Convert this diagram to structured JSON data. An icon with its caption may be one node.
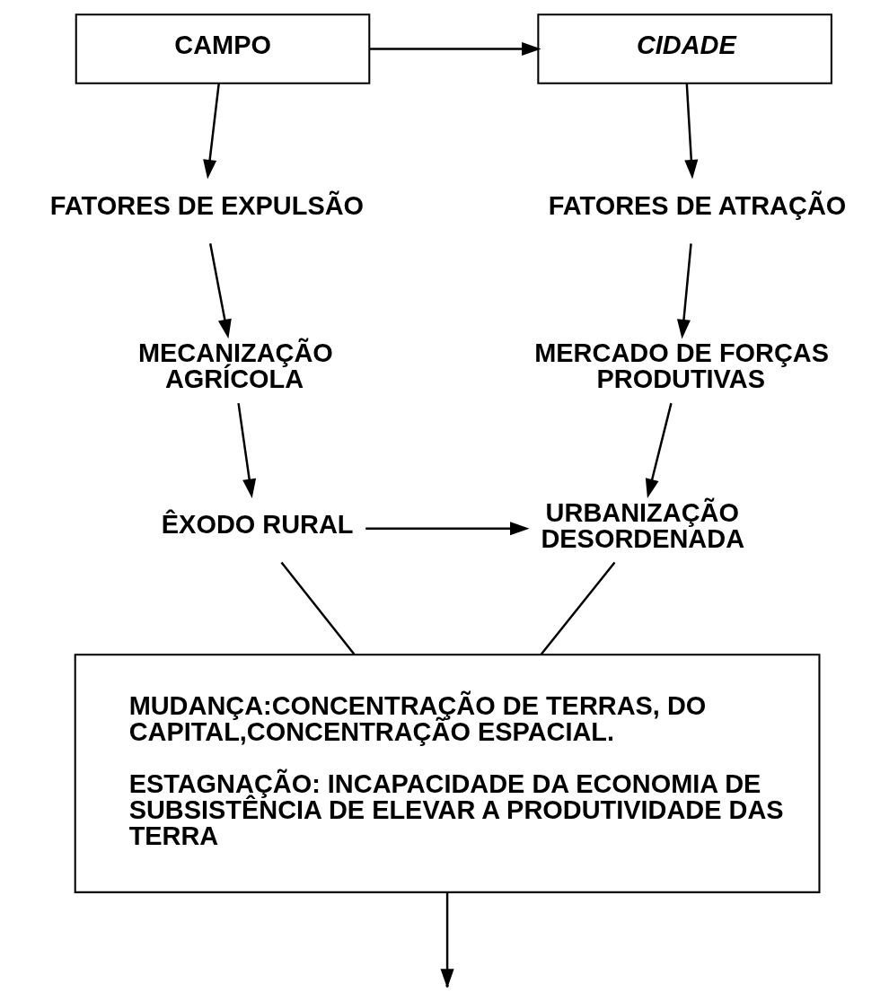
{
  "diagram": {
    "nodes": [
      {
        "text": [
          "CAMPO"
        ]
      },
      {
        "text": [
          "CIDADE"
        ]
      },
      {
        "text": [
          "FATORES DE EXPULSÃO"
        ]
      },
      {
        "text": [
          "FATORES DE ATRAÇÃO"
        ]
      },
      {
        "text": [
          "MECANIZAÇÃO AGRÍCOLA"
        ]
      },
      {
        "text": [
          "MERCADO DE FORÇAS PRODUTIVAS"
        ]
      },
      {
        "text": [
          "ÊXODO RURAL"
        ]
      },
      {
        "text": [
          "URBANIZAÇÃO DESORDENADA"
        ]
      },
      {
        "text": [
          "MUDANÇA:CONCENTRAÇÃO DE TERRAS, DO CAPITAL,CONCENTRAÇÃO ESPACIAL.",
          "ESTAGNAÇÃO: INCAPACIDADE DA ECONOMIA DE SUBSISTÊNCIA DE ELEVAR A PRODUTIVIDADE DAS TERRA"
        ]
      }
    ],
    "edges": [
      {
        "from": 0,
        "to": 1,
        "arrow": "to"
      },
      {
        "from": 0,
        "to": 2,
        "arrow": "to"
      },
      {
        "from": 1,
        "to": 3,
        "arrow": "to"
      },
      {
        "from": 2,
        "to": 4,
        "arrow": "to"
      },
      {
        "from": 3,
        "to": 5,
        "arrow": "to"
      },
      {
        "from": 4,
        "to": 6,
        "arrow": "to"
      },
      {
        "from": 5,
        "to": 7,
        "arrow": "to"
      },
      {
        "from": 6,
        "to": 7,
        "arrow": "to"
      },
      {
        "from": 6,
        "to": 8,
        "arrow": "none"
      },
      {
        "from": 7,
        "to": 8,
        "arrow": "none"
      },
      {
        "from": 8,
        "to": null,
        "arrow": "to"
      }
    ]
  }
}
